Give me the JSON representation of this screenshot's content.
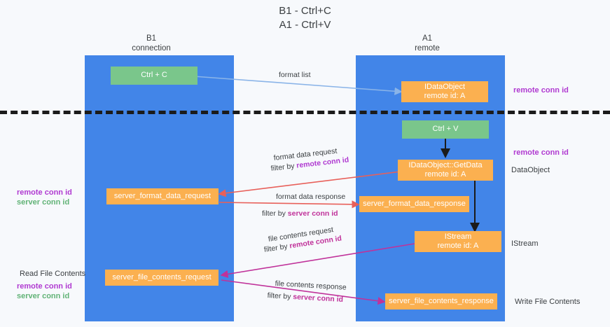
{
  "title": {
    "line1": "B1 - Ctrl+C",
    "line2": "A1 - Ctrl+V"
  },
  "lanes": [
    {
      "name": "B1",
      "sub": "connection"
    },
    {
      "name": "A1",
      "sub": "remote"
    }
  ],
  "boxes": {
    "ctrl_c": "Ctrl + C",
    "ctrl_v": "Ctrl + V",
    "idataobject_top_l1": "IDataObject",
    "idataobject_top_l2": "remote id: A",
    "getdata_l1": "IDataObject::GetData",
    "getdata_l2": "remote id: A",
    "istream_l1": "IStream",
    "istream_l2": "remote id: A",
    "server_format_data_request": "server_format_data_request",
    "server_format_data_response": "server_format_data_response",
    "server_file_contents_request": "server_file_contents_request",
    "server_file_contents_response": "server_file_contents_response"
  },
  "edges": {
    "format_list": "format list",
    "format_data_request": "format data request",
    "format_data_request_filter_prefix": "filter by ",
    "format_data_request_filter_key": "remote conn id",
    "format_data_response": "format data response",
    "format_data_response_filter_prefix": "filter by ",
    "format_data_response_filter_key": "server conn id",
    "file_contents_request": "file contents request",
    "file_contents_request_filter_prefix": "filter by ",
    "file_contents_request_filter_key": "remote conn id",
    "file_contents_response": "file contents response",
    "file_contents_response_filter_prefix": "filter by ",
    "file_contents_response_filter_key": "server conn id"
  },
  "annotations": {
    "right_remote_conn_id_top": "remote conn id",
    "right_remote_conn_id_mid": "remote conn id",
    "right_dataobject": "DataObject",
    "right_istream": "IStream",
    "right_write_file_contents": "Write File Contents",
    "left_remote_conn_id_mid": "remote conn id",
    "left_server_conn_id_mid": "server conn id",
    "left_read_file_contents": "Read File Contents",
    "left_remote_conn_id_bot": "remote conn id",
    "left_server_conn_id_bot": "server conn id"
  },
  "colors": {
    "lane": "#4285e8",
    "green_box": "#7ac68b",
    "orange_box": "#fbb050",
    "purple": "#b03ad1",
    "green_text": "#62b377",
    "arrow_blue": "#8ab4e8",
    "arrow_red": "#e8605a",
    "arrow_magenta": "#c0329a",
    "arrow_dark": "#1b1b1b",
    "background": "#f7f9fc"
  }
}
